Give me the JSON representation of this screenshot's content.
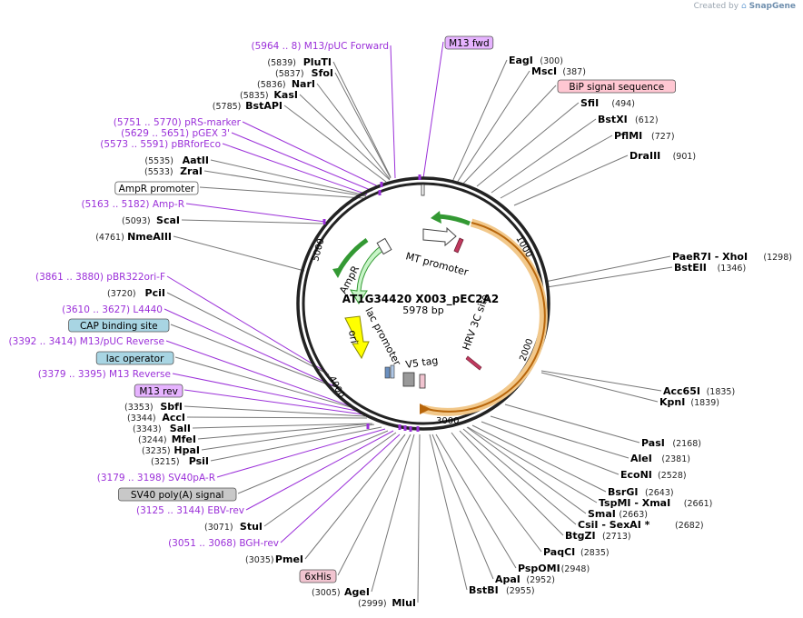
{
  "credit": {
    "prefix": "Created by",
    "brand": "SnapGene"
  },
  "plasmid": {
    "name": "AT1G34420 X003_pEC2A2",
    "size": "5978 bp"
  },
  "colors": {
    "enzyme": "#000000",
    "enzyme_pos": "#222222",
    "primer": "#9b30d9",
    "primer_box": "#e6b3ff",
    "signal_box": "#ffc7d2",
    "promoter_box": "#ffffff",
    "feature_box_blue": "#a8d5e3",
    "feature_box_grey": "#c8c8c8",
    "tag_box": "#f1c4d0",
    "backbone": "#222222",
    "cds_green": "#339933",
    "amp_fill": "#c9f5c9",
    "ori_fill": "#ffff00"
  },
  "ticks": [
    "1000",
    "2000",
    "3000",
    "4000",
    "5000"
  ],
  "left_labels": [
    {
      "text": "(5964 .. 8)  M13/pUC Forward",
      "kind": "primer"
    },
    {
      "name": "PluTI",
      "pos": "(5839)",
      "kind": "enzyme"
    },
    {
      "name": "SfoI",
      "pos": "(5837)",
      "kind": "enzyme"
    },
    {
      "name": "NarI",
      "pos": "(5836)",
      "kind": "enzyme"
    },
    {
      "name": "KasI",
      "pos": "(5835)",
      "kind": "enzyme"
    },
    {
      "name": "BstAPI",
      "pos": "(5785)",
      "kind": "enzyme"
    },
    {
      "text": "(5751 .. 5770)  pRS-marker",
      "kind": "primer"
    },
    {
      "text": "(5629 .. 5651)  pGEX 3'",
      "kind": "primer"
    },
    {
      "text": "(5573 .. 5591)  pBRforEco",
      "kind": "primer"
    },
    {
      "name": "AatII",
      "pos": "(5535)",
      "kind": "enzyme"
    },
    {
      "name": "ZraI",
      "pos": "(5533)",
      "kind": "enzyme"
    },
    {
      "text": "AmpR promoter",
      "kind": "box_white"
    },
    {
      "text": "(5163 .. 5182)  Amp-R",
      "kind": "primer"
    },
    {
      "name": "ScaI",
      "pos": "(5093)",
      "kind": "enzyme"
    },
    {
      "name": "NmeAIII",
      "pos": "(4761)",
      "kind": "enzyme"
    },
    {
      "text": "(3861 .. 3880)  pBR322ori-F",
      "kind": "primer"
    },
    {
      "name": "PciI",
      "pos": "(3720)",
      "kind": "enzyme"
    },
    {
      "text": "(3610 .. 3627)  L4440",
      "kind": "primer"
    },
    {
      "text": "CAP binding site",
      "kind": "box_blue"
    },
    {
      "text": "(3392 .. 3414)  M13/pUC Reverse",
      "kind": "primer"
    },
    {
      "text": "lac operator",
      "kind": "box_blue"
    },
    {
      "text": "(3379 .. 3395)  M13 Reverse",
      "kind": "primer"
    },
    {
      "text": "M13 rev",
      "kind": "box_primer"
    },
    {
      "name": "SbfI",
      "pos": "(3353)",
      "kind": "enzyme"
    },
    {
      "name": "AccI",
      "pos": "(3344)",
      "kind": "enzyme"
    },
    {
      "name": "SalI",
      "pos": "(3343)",
      "kind": "enzyme"
    },
    {
      "name": "MfeI",
      "pos": "(3244)",
      "kind": "enzyme"
    },
    {
      "name": "HpaI",
      "pos": "(3235)",
      "kind": "enzyme"
    },
    {
      "name": "PsiI",
      "pos": "(3215)",
      "kind": "enzyme"
    },
    {
      "text": "(3179 .. 3198)  SV40pA-R",
      "kind": "primer"
    },
    {
      "text": "SV40 poly(A) signal",
      "kind": "box_grey"
    },
    {
      "text": "(3125 .. 3144)  EBV-rev",
      "kind": "primer"
    },
    {
      "name": "StuI",
      "pos": "(3071)",
      "kind": "enzyme"
    },
    {
      "text": "(3051 .. 3068)  BGH-rev",
      "kind": "primer"
    },
    {
      "name": "PmeI",
      "pos": "(3035)",
      "kind": "enzyme"
    },
    {
      "text": "6xHis",
      "kind": "box_tag"
    },
    {
      "name": "AgeI",
      "pos": "(3005)",
      "kind": "enzyme"
    },
    {
      "name": "MluI",
      "pos": "(2999)",
      "kind": "enzyme"
    }
  ],
  "right_labels": [
    {
      "text": "M13 fwd",
      "kind": "box_primer"
    },
    {
      "name": "EagI",
      "pos": "(300)",
      "kind": "enzyme"
    },
    {
      "name": "MscI",
      "pos": "(387)",
      "kind": "enzyme"
    },
    {
      "text": "BiP signal sequence",
      "kind": "box_signal"
    },
    {
      "name": "SfiI",
      "pos": "(494)",
      "kind": "enzyme"
    },
    {
      "name": "BstXI",
      "pos": "(612)",
      "kind": "enzyme"
    },
    {
      "name": "PflMI",
      "pos": "(727)",
      "kind": "enzyme"
    },
    {
      "name": "DraIII",
      "pos": "(901)",
      "kind": "enzyme"
    },
    {
      "name": "PaeR7I  - XhoI",
      "pos": "(1298)",
      "kind": "enzyme"
    },
    {
      "name": "BstEII",
      "pos": "(1346)",
      "kind": "enzyme"
    },
    {
      "name": "Acc65I",
      "pos": "(1835)",
      "kind": "enzyme"
    },
    {
      "name": "KpnI",
      "pos": "(1839)",
      "kind": "enzyme"
    },
    {
      "name": "PasI",
      "pos": "(2168)",
      "kind": "enzyme"
    },
    {
      "name": "AleI",
      "pos": "(2381)",
      "kind": "enzyme"
    },
    {
      "name": "EcoNI",
      "pos": "(2528)",
      "kind": "enzyme"
    },
    {
      "name": "BsrGI",
      "pos": "(2643)",
      "kind": "enzyme"
    },
    {
      "name": "TspMI  - XmaI",
      "pos": "(2661)",
      "kind": "enzyme"
    },
    {
      "name": "SmaI",
      "pos": "(2663)",
      "kind": "enzyme"
    },
    {
      "name": "CsiI  - SexAI *",
      "pos": "(2682)",
      "kind": "enzyme"
    },
    {
      "name": "BtgZI",
      "pos": "(2713)",
      "kind": "enzyme"
    },
    {
      "name": "PaqCI",
      "pos": "(2835)",
      "kind": "enzyme"
    },
    {
      "name": "PspOMI",
      "pos": "(2948)",
      "kind": "enzyme"
    },
    {
      "name": "ApaI",
      "pos": "(2952)",
      "kind": "enzyme"
    },
    {
      "name": "BstBI",
      "pos": "(2955)",
      "kind": "enzyme"
    }
  ],
  "inner_features": {
    "mt_promoter": "MT promoter",
    "hrv": "HRV 3C site",
    "v5": "V5 tag",
    "lac_promoter": "lac promoter",
    "ori": "ori",
    "ampr": "AmpR"
  }
}
